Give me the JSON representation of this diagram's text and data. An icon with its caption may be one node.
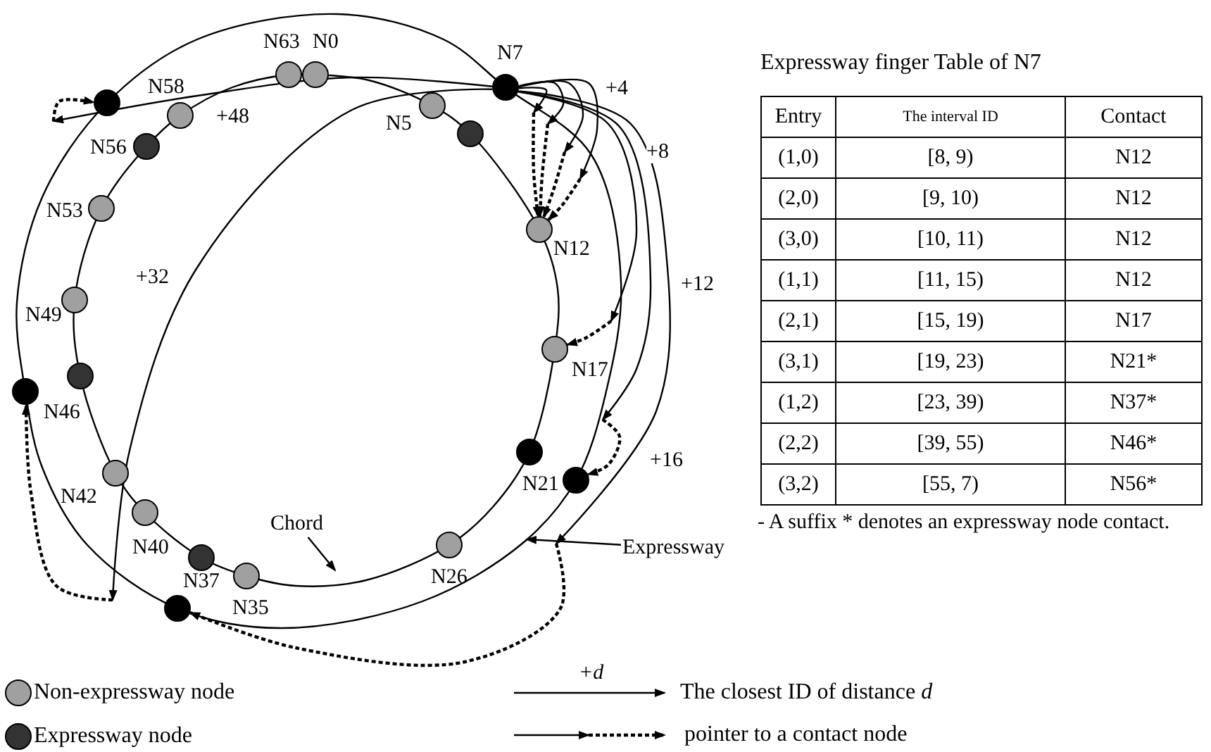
{
  "diagram": {
    "nodes": [
      {
        "text": [
          "N63"
        ]
      },
      {
        "text": [
          "N0"
        ]
      },
      {
        "text": [
          "N7"
        ]
      },
      {
        "text": [
          "N58"
        ]
      },
      {
        "text": [],
        "shape": "circle"
      },
      {
        "text": [
          "N56"
        ]
      },
      {
        "text": [
          "N5"
        ]
      },
      {
        "text": [],
        "shape": "circle"
      },
      {
        "text": [
          "N12"
        ]
      },
      {
        "text": [
          "N53"
        ]
      },
      {
        "text": [
          "N49"
        ]
      },
      {
        "text": [
          "N17"
        ]
      },
      {
        "text": [
          "N46"
        ]
      },
      {
        "text": [],
        "shape": "circle"
      },
      {
        "text": [],
        "shape": "circle"
      },
      {
        "text": [
          "N21"
        ]
      },
      {
        "text": [
          "N42"
        ]
      },
      {
        "text": [
          "N40"
        ]
      },
      {
        "text": [
          "Chord"
        ]
      },
      {
        "text": [
          "N26"
        ]
      },
      {
        "text": [
          "Expressway"
        ]
      },
      {
        "text": [],
        "shape": "circle"
      },
      {
        "text": [
          "N35"
        ]
      },
      {
        "text": [
          "N37"
        ]
      }
    ],
    "edges": [
      {
        "from": 2,
        "to": null,
        "arrow": "to"
      },
      {
        "from": 2,
        "to": null,
        "arrow": "to"
      },
      {
        "from": 2,
        "to": null,
        "arrow": "to"
      },
      {
        "from": 2,
        "to": null,
        "arrow": "to",
        "label": "+4"
      },
      {
        "from": 2,
        "to": null,
        "arrow": "to",
        "label": "+8"
      },
      {
        "from": 2,
        "to": null,
        "arrow": "to",
        "label": "+12"
      },
      {
        "from": 2,
        "to": null,
        "arrow": "to",
        "label": "+16"
      },
      {
        "from": 2,
        "to": null,
        "arrow": "to",
        "label": "+32"
      },
      {
        "from": 2,
        "to": null,
        "arrow": "to",
        "label": "+48"
      },
      {
        "from": null,
        "to": 8,
        "arrow": "to",
        "style": "dashed"
      },
      {
        "from": null,
        "to": 8,
        "arrow": "to",
        "style": "dashed"
      },
      {
        "from": null,
        "to": 8,
        "arrow": "to",
        "style": "dashed"
      },
      {
        "from": null,
        "to": 8,
        "arrow": "to",
        "style": "dashed"
      },
      {
        "from": null,
        "to": 11,
        "arrow": "to",
        "style": "dashed"
      },
      {
        "from": null,
        "to": 15,
        "arrow": "to",
        "style": "dashed"
      },
      {
        "from": null,
        "to": 23,
        "arrow": "to",
        "style": "dashed"
      },
      {
        "from": null,
        "to": 12,
        "arrow": "to",
        "style": "dashed"
      },
      {
        "from": null,
        "to": 4,
        "arrow": "to",
        "style": "dashed"
      },
      {
        "from": 18,
        "to": null,
        "arrow": "to"
      },
      {
        "from": 20,
        "to": null,
        "arrow": "to"
      }
    ],
    "labels": [
      "Expressway finger Table of N7",
      "Entry",
      "The interval ID",
      "Contact",
      "(1,0)",
      "[8, 9)",
      "N12",
      "(2,0)",
      "[9, 10)",
      "N12",
      "(3,0)",
      "[10, 11)",
      "N12",
      "(1,1)",
      "[11, 15)",
      "N12",
      "(2,1)",
      "[15, 19)",
      "N17",
      "(3,1)",
      "[19, 23)",
      "N21*",
      "(1,2)",
      "[23, 39)",
      "N37*",
      "(2,2)",
      "[39, 55)",
      "N46*",
      "(3,2)",
      "[55, 7)",
      "N56*",
      "- A suffix * denotes an expressway node contact.",
      "+d"
    ],
    "legend": [
      {
        "text": "Non-expressway node",
        "color": "#a0a0a0"
      },
      {
        "text": "Expressway node",
        "color": "#333333"
      },
      {
        "text": "The closest ID of distance *d*"
      },
      {
        "text": "pointer to a contact node"
      }
    ]
  }
}
